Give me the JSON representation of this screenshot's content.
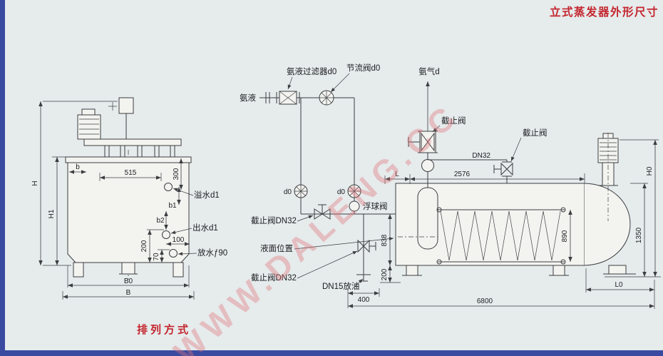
{
  "colors": {
    "accent_red": "#c4262e",
    "border_blue": "#3a4aa0",
    "line": "#3c3e41",
    "paper": "#e6ebec",
    "part_fill": "#f3f4f0",
    "watermark_pink": "#e0737b"
  },
  "title": "立式蒸发器外形尺寸",
  "watermark": "WWW.DALENG.CC",
  "caption": "排列方式",
  "left_view": {
    "dims": {
      "H": "H",
      "H1": "H1",
      "b": "b",
      "w515": "515",
      "h300": "300",
      "b1": "b1",
      "b2": "b2",
      "h100": "100",
      "h200": "200",
      "h70": "70",
      "B0": "B0",
      "B": "B"
    },
    "ports": {
      "overflow": "溢水d1",
      "outlet": "出水d1",
      "drain": "放水ƒ90"
    }
  },
  "piping": {
    "labels": {
      "ammonia_liquid": "氨液",
      "filter": "氨液过滤器d0",
      "throttle": "节流阀d0",
      "ammonia_gas": "氨气d",
      "stop_valve_left": "截止阀",
      "stop_valve_right": "截止阀",
      "dn32": "DN32",
      "d0_a": "d0",
      "d0_b": "d0",
      "float_valve": "浮球阀",
      "stop_valve_dn32_upper": "截止阀DN32",
      "liquid_level": "液面位置",
      "stop_valve_dn32_lower": "截止阀DN32",
      "oil_drain": "DN15放油"
    },
    "dims": {
      "L": "L",
      "w2576": "2576",
      "h838": "838",
      "h200": "200",
      "w400": "400",
      "h890": "890",
      "h1350": "1350",
      "H0": "H0",
      "L0": "L0",
      "w6800": "6800"
    }
  }
}
